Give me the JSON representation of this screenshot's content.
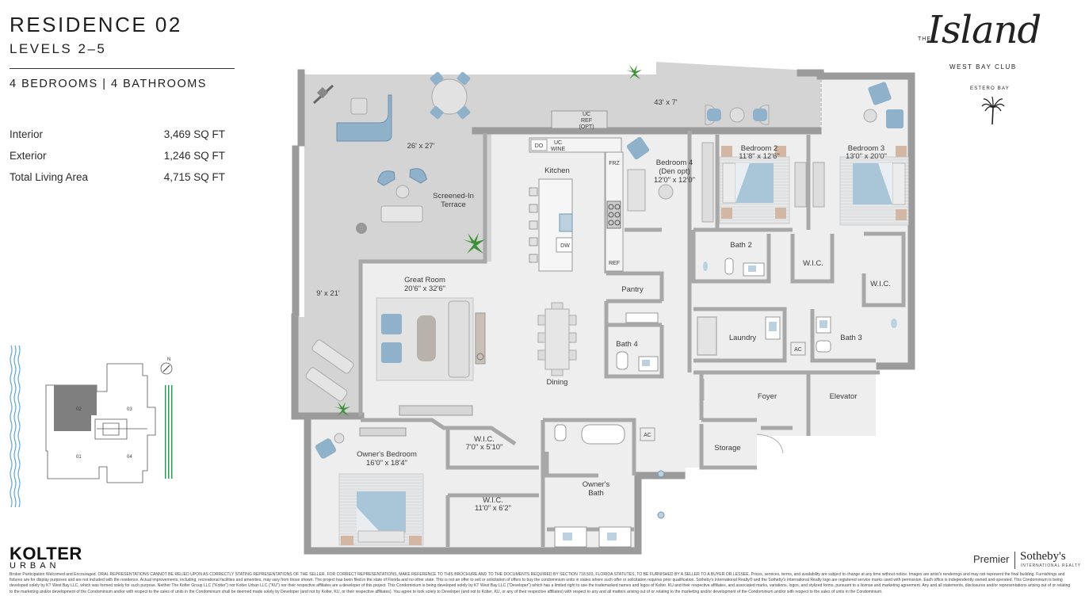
{
  "header": {
    "residence": "RESIDENCE 02",
    "levels": "LEVELS 2–5",
    "bedrooms": "4 BEDROOMS | 4 BATHROOMS"
  },
  "stats": [
    {
      "label": "Interior",
      "value": "3,469 SQ FT"
    },
    {
      "label": "Exterior",
      "value": "1,246 SQ FT"
    },
    {
      "label": "Total Living Area",
      "value": "4,715 SQ FT"
    }
  ],
  "logo": {
    "the": "THE",
    "name": "Island",
    "club": "WEST BAY CLUB",
    "location": "ESTERO BAY"
  },
  "keyplan": {
    "units": [
      "02",
      "03",
      "01",
      "04"
    ],
    "north": "N"
  },
  "rooms": {
    "terrace_top_dim": "43' x 7'",
    "screened_dim": "26' x 27'",
    "screened_name": "Screened-In",
    "screened_name2": "Terrace",
    "side_terrace_dim": "9' x 21'",
    "kitchen": "Kitchen",
    "uc_ref": "UC",
    "uc_ref2": "REF",
    "uc_ref3": "(OPT)",
    "do": "DO",
    "uc_wine": "UC",
    "uc_wine2": "WINE",
    "frz": "FRZ",
    "dw": "DW",
    "ref": "REF",
    "great_room": "Great Room",
    "great_room_dim": "20'6\" x 32'6\"",
    "dining": "Dining",
    "bedroom4": "Bedroom 4",
    "bedroom4_opt": "(Den opt)",
    "bedroom4_dim": "12'0\" x 12'0\"",
    "bedroom2": "Bedroom 2",
    "bedroom2_dim": "11'8\" x 12'6\"",
    "bedroom3": "Bedroom 3",
    "bedroom3_dim": "13'0\" x 20'0\"",
    "bath2": "Bath 2",
    "wic_a": "W.I.C.",
    "wic_b": "W.I.C.",
    "pantry": "Pantry",
    "bath4": "Bath 4",
    "laundry": "Laundry",
    "ac1": "AC",
    "bath3": "Bath 3",
    "foyer": "Foyer",
    "elevator": "Elevator",
    "storage": "Storage",
    "ac2": "AC",
    "owners_bedroom": "Owner's Bedroom",
    "owners_bedroom_dim": "16'0\" x 18'4\"",
    "wic_owner1": "W.I.C.",
    "wic_owner1_dim": "7'0\" x 5'10\"",
    "wic_owner2": "W.I.C.",
    "wic_owner2_dim": "11'0\" x 6'2\"",
    "owners_bath": "Owner's",
    "owners_bath2": "Bath"
  },
  "footer": {
    "developer": "KOLTER",
    "developer_sub": "URBAN",
    "premier": "Premier",
    "brokerage": "Sotheby's",
    "brokerage_sub": "INTERNATIONAL REALTY",
    "legal": "Broker Participation Welcomed and Encouraged. ORAL REPRESENTATIONS CANNOT BE RELIED UPON AS CORRECTLY STATING REPRESENTATIONS OF THE SELLER. FOR CORRECT REPRESENTATIONS, MAKE REFERENCE TO THIS BROCHURE AND TO THE DOCUMENTS REQUIRED BY SECTION 718.503, FLORIDA STATUTES, TO BE FURNISHED BY A SELLER TO A BUYER OR LESSEE. Prices, services, terms, and availability are subject to change at any time without notice. Images are artist's renderings and may not represent the final building. Furnishings and fixtures are for display purposes and are not included with the residence. Actual improvements, including, recreational facilities and amenities, may vary from those shown. The project has been filed in the state of Florida and no other state. This is not an offer to sell or solicitation of offers to buy the condominium units in states where such offer or solicitation requires prior qualification. Sotheby's International Realty® and the Sotheby's International Realty logo are registered service marks used with permission. Each office is independently owned and operated. This Condominium is being developed solely by KT West Bay LLC, which was formed solely for such purpose. Neither The Kolter Group LLC (\"Kolter\") nor Kolter Urban LLC (\"KU\") nor their respective affiliates are a developer of this project. This Condominium is being developed solely by KT West Bay LLC (\"Developer\") which has a limited right to use the trademarked names and logos of Kolter. KU and their respective affiliates, and associated marks, variations, logos, and stylized forms, pursuant to a license and marketing agreement. Any and all statements, disclosures and/or representations arising out of or relating to the marketing and/or development of the Condominium and/or with respect to the sales of units in the Condominium shall be deemed made solely by Developer (and not by Kolter, KU, or their respective affiliates). You agree to look solely to Developer (and not to Kolter, KU, or any of their respective affiliates) with respect to any and all matters arising out of or relating to the marketing and/or development of the Condominium and/or with respect to the sales of units in the Condominium."
  },
  "colors": {
    "wall": "#9a9a9a",
    "exterior": "#d3d3d3",
    "floor": "#ededed",
    "bed_blue": "#a9c6d9",
    "chair_blue": "#8fb1c9"
  }
}
